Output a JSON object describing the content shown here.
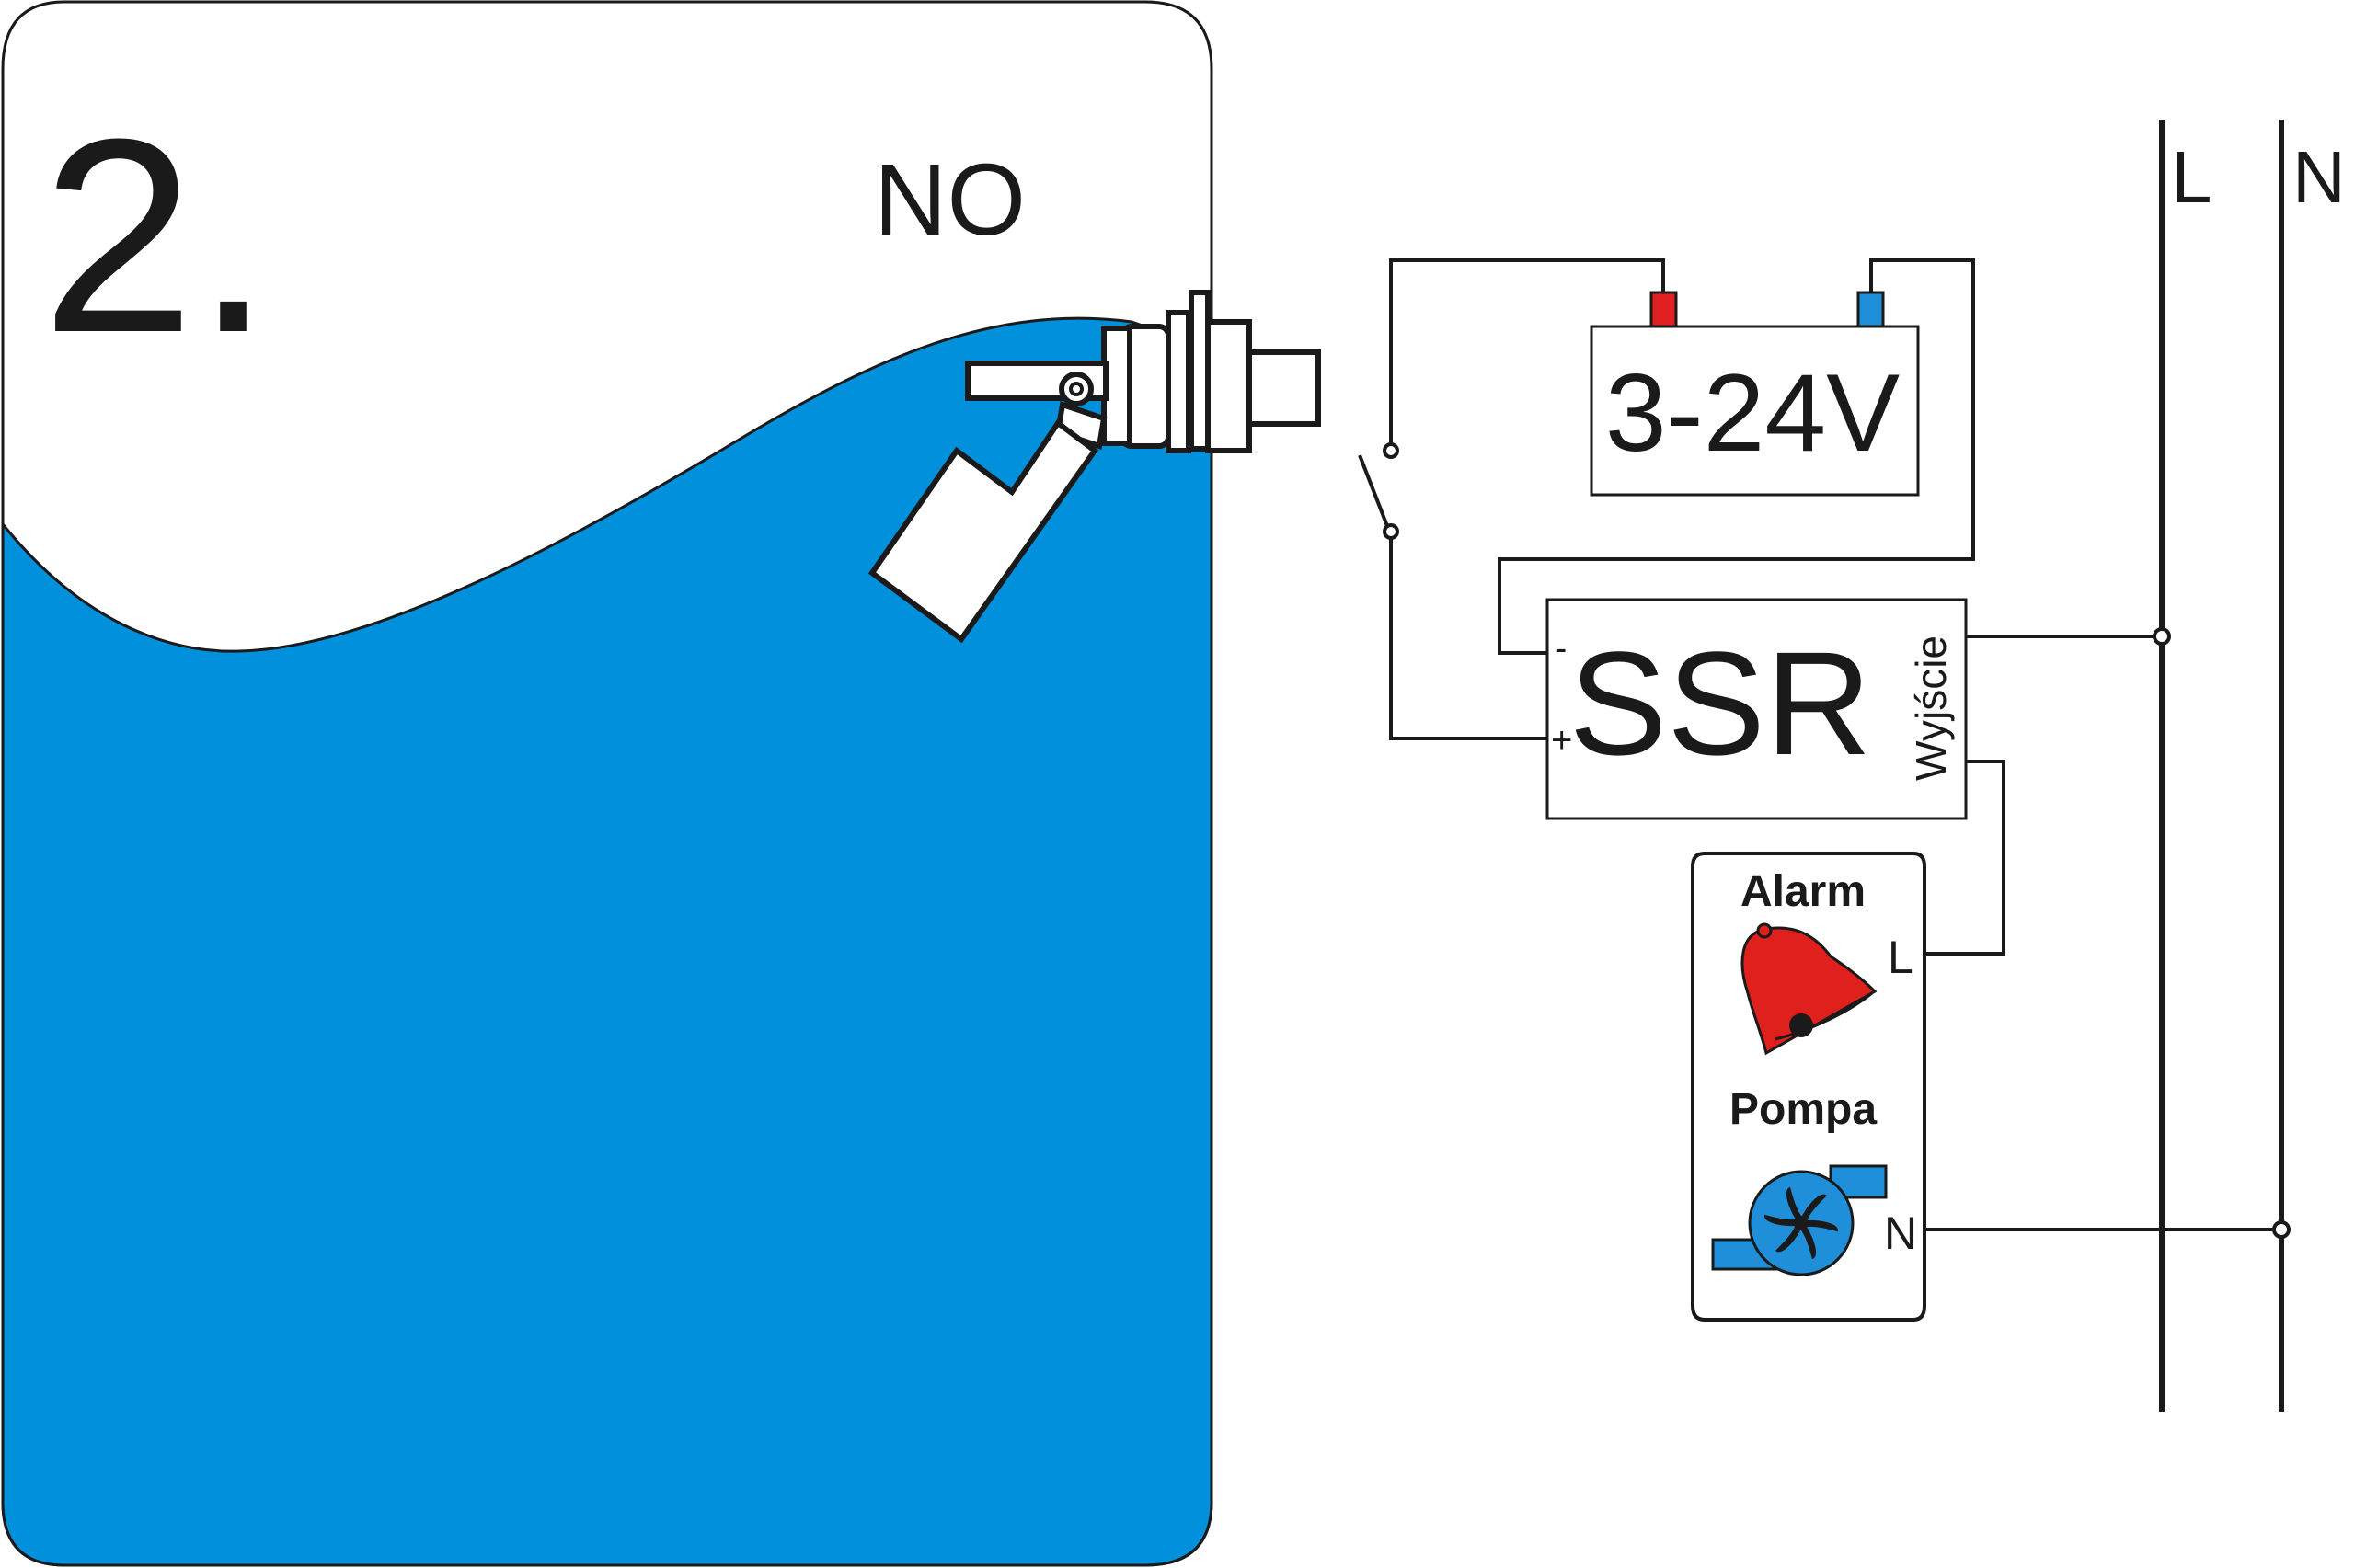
{
  "diagram_number": "2.",
  "contact_type": "NO",
  "power_supply_label": "3-24V",
  "ssr": {
    "label": "SSR",
    "output_label": "Wyjście",
    "minus_label": "-",
    "plus_label": "+"
  },
  "mains": {
    "line_label": "L",
    "neutral_label": "N"
  },
  "load": {
    "alarm_label": "Alarm",
    "pump_label": "Pompa",
    "line_terminal": "L",
    "neutral_terminal": "N"
  },
  "colors": {
    "water": "#0090DC",
    "positive_terminal": "#E02020",
    "negative_terminal": "#1E8FD8",
    "bell": "#E0201C",
    "pump": "#1E8FD8"
  }
}
